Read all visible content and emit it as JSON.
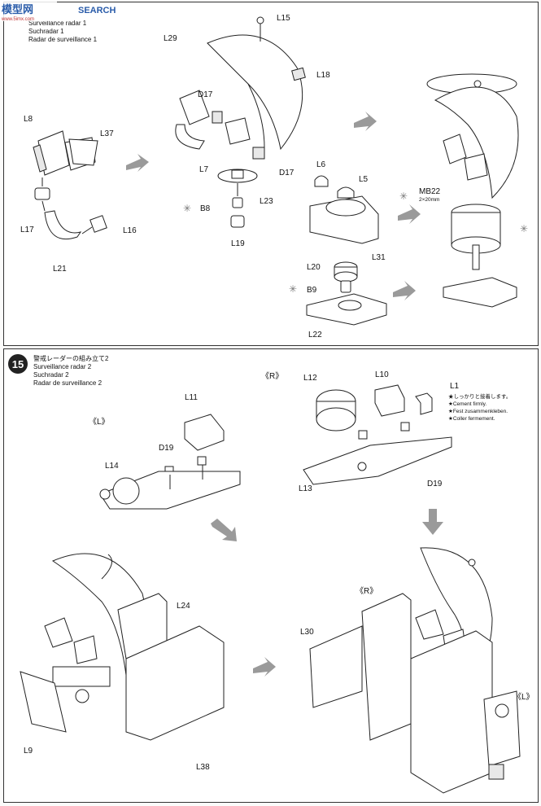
{
  "watermark": {
    "text": "SEARCH",
    "logo_text": "模型网",
    "url": "www.5imx.com"
  },
  "step14": {
    "title_line1": "Surveillance radar 1",
    "title_line2": "Suchradar 1",
    "title_line3": "Radar de surveillance 1",
    "labels": {
      "L15": "L15",
      "L29": "L29",
      "L18": "L18",
      "D17a": "D17",
      "D17b": "D17",
      "L8": "L8",
      "L37": "L37",
      "L7": "L7",
      "L23": "L23",
      "B8": "B8",
      "L19": "L19",
      "L17": "L17",
      "L16": "L16",
      "L21": "L21",
      "L6": "L6",
      "L5": "L5",
      "L31": "L31",
      "MB22": "MB22",
      "MB22_size": "2×20mm",
      "L20": "L20",
      "B9": "B9",
      "L22": "L22"
    }
  },
  "step15": {
    "number": "15",
    "title_jp": "警戒レーダーの組み立て2",
    "title_line1": "Surveillance radar 2",
    "title_line2": "Suchradar 2",
    "title_line3": "Radar de surveillance 2",
    "side_l": "《L》",
    "side_r": "《R》",
    "note": [
      "★しっかりと接着します。",
      "★Cement firmly.",
      "★Fest zusammenkleben.",
      "★Coller fermement."
    ],
    "labels": {
      "L11": "L11",
      "D19a": "D19",
      "L14": "L14",
      "L12": "L12",
      "L10": "L10",
      "L1": "L1",
      "L13": "L13",
      "D19b": "D19",
      "L24": "L24",
      "L9": "L9",
      "L38": "L38",
      "L30": "L30",
      "R2": "《R》",
      "L2": "《L》"
    }
  }
}
